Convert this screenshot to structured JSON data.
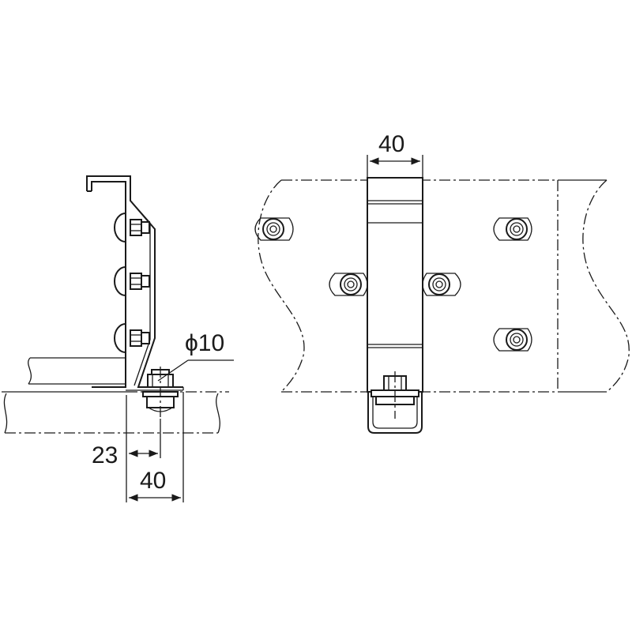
{
  "drawing": {
    "side_view": {
      "dimension_offset": "23",
      "dimension_width": "40",
      "hole_diameter": "ϕ10"
    },
    "front_view": {
      "dimension_width": "40"
    }
  },
  "colors": {
    "line": "#1a1a1a",
    "background": "#ffffff"
  }
}
